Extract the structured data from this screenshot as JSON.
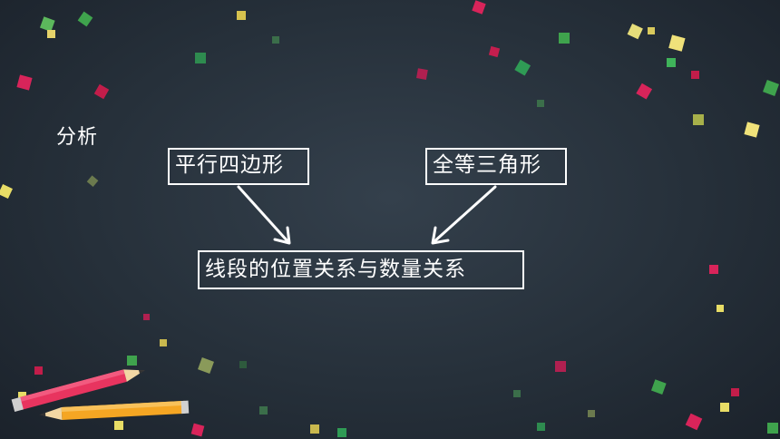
{
  "slide": {
    "label": "分析",
    "box_left": "平行四边形",
    "box_right": "全等三角形",
    "box_bottom": "线段的位置关系与数量关系"
  },
  "colors": {
    "background": "#26303a",
    "text": "#ffffff",
    "pencil_red": "#e8345f",
    "pencil_orange": "#f5a623"
  }
}
